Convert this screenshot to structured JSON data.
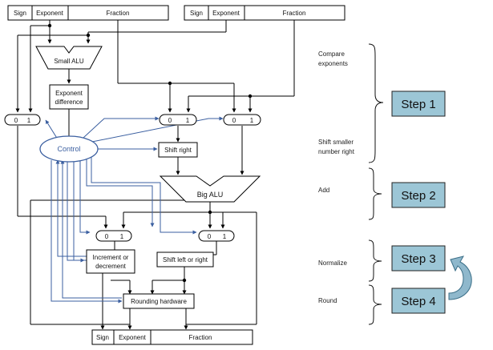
{
  "inputs": {
    "a": {
      "sign": "Sign",
      "exponent": "Exponent",
      "fraction": "Fraction"
    },
    "b": {
      "sign": "Sign",
      "exponent": "Exponent",
      "fraction": "Fraction"
    }
  },
  "output": {
    "sign": "Sign",
    "exponent": "Exponent",
    "fraction": "Fraction"
  },
  "blocks": {
    "small_alu": "Small ALU",
    "exp_diff_1": "Exponent",
    "exp_diff_2": "difference",
    "control": "Control",
    "shift_right": "Shift right",
    "big_alu": "Big ALU",
    "incdec_1": "Increment or",
    "incdec_2": "decrement",
    "shift_lr": "Shift left or right",
    "rounding": "Rounding hardware"
  },
  "mux": {
    "zero": "0",
    "one": "1"
  },
  "annotations": {
    "compare_1": "Compare",
    "compare_2": "exponents",
    "shift_1": "Shift smaller",
    "shift_2": "number right",
    "add": "Add",
    "normalize": "Normalize",
    "round": "Round"
  },
  "steps": [
    "Step 1",
    "Step 2",
    "Step 3",
    "Step 4"
  ],
  "colors": {
    "control": "#3b5fa0",
    "step_fill": "#9cc6d6",
    "arrow_fill": "#8fb8cc"
  }
}
